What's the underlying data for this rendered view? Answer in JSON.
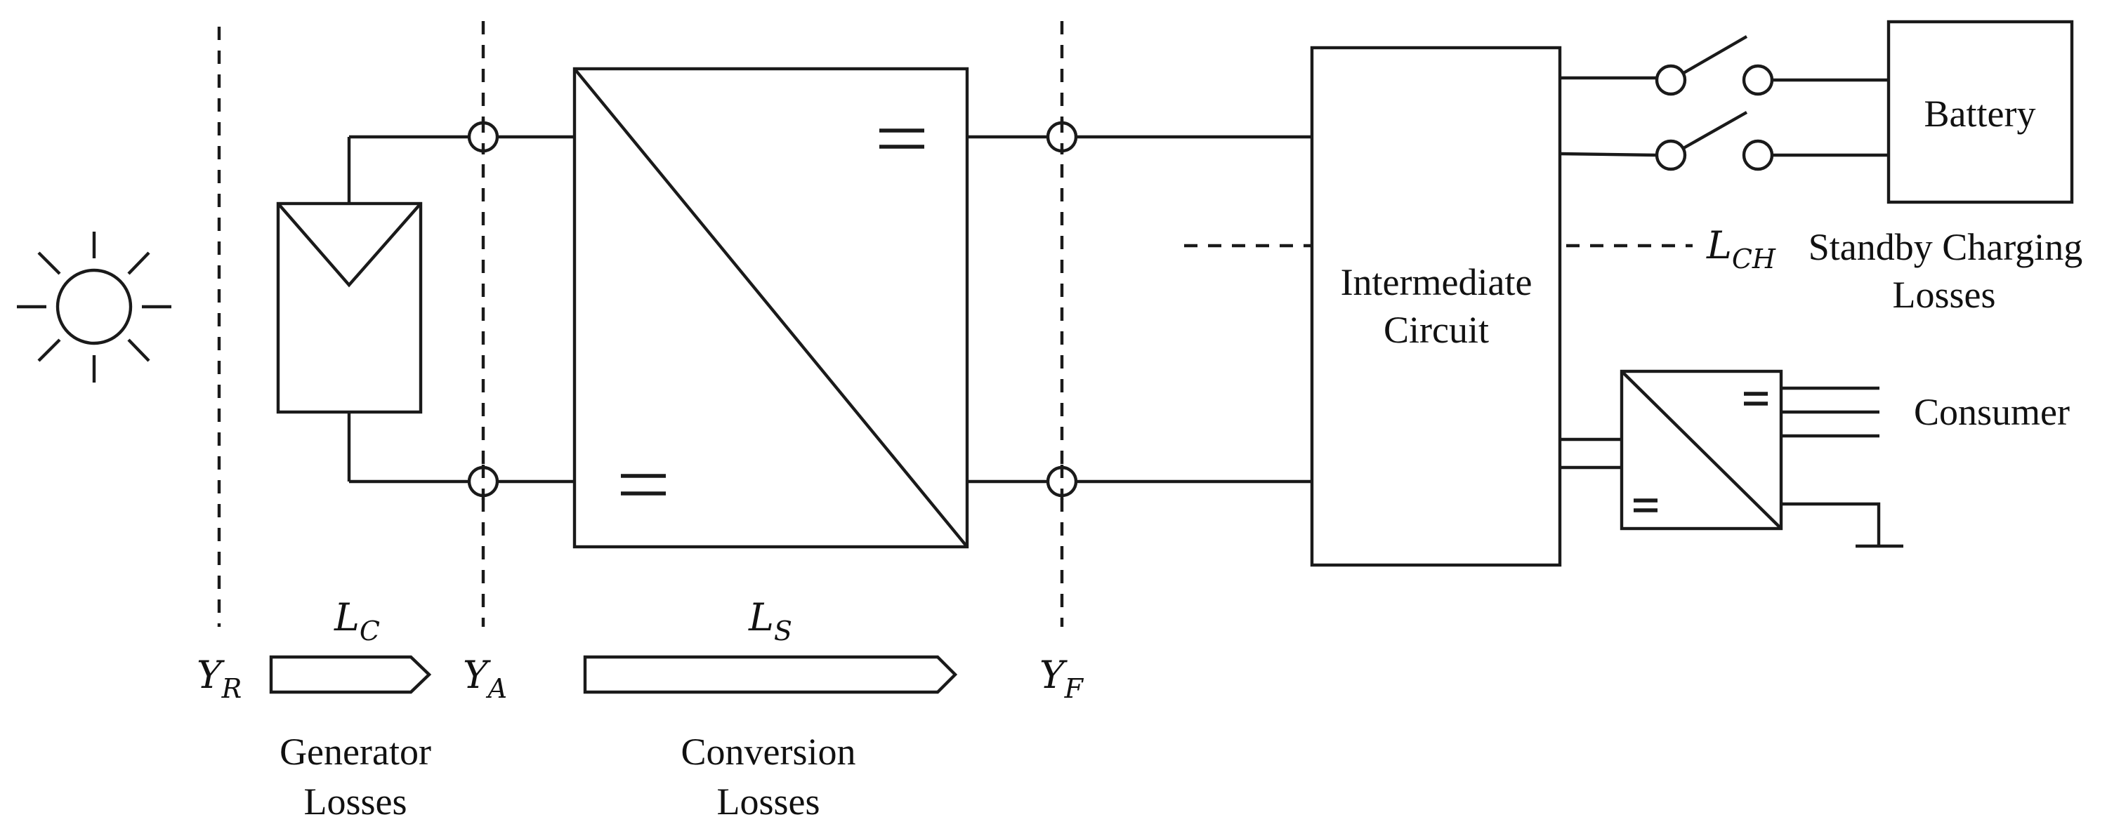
{
  "symbols": {
    "y_r": {
      "main": "Y",
      "sub": "R"
    },
    "y_a": {
      "main": "Y",
      "sub": "A"
    },
    "y_f": {
      "main": "Y",
      "sub": "F"
    },
    "l_c": {
      "main": "L",
      "sub": "C"
    },
    "l_s": {
      "main": "L",
      "sub": "S"
    },
    "l_ch": {
      "main": "L",
      "sub": "CH"
    }
  },
  "labels": {
    "generator_losses": [
      "Generator",
      "Losses"
    ],
    "conversion_losses": [
      "Conversion",
      "Losses"
    ],
    "intermediate_circuit": [
      "Intermediate",
      "Circuit"
    ],
    "battery": "Battery",
    "standby_charging_losses": [
      "Standby Charging",
      "Losses"
    ],
    "consumer": "Consumer"
  },
  "icons": [
    "sun-icon",
    "pv-module-icon",
    "dc-dc-converter-icon",
    "switch-icon",
    "ground-icon",
    "loss-arrow-icon"
  ],
  "colors": {
    "stroke": "#1a1a1a",
    "text": "#111111",
    "background": "#ffffff"
  }
}
